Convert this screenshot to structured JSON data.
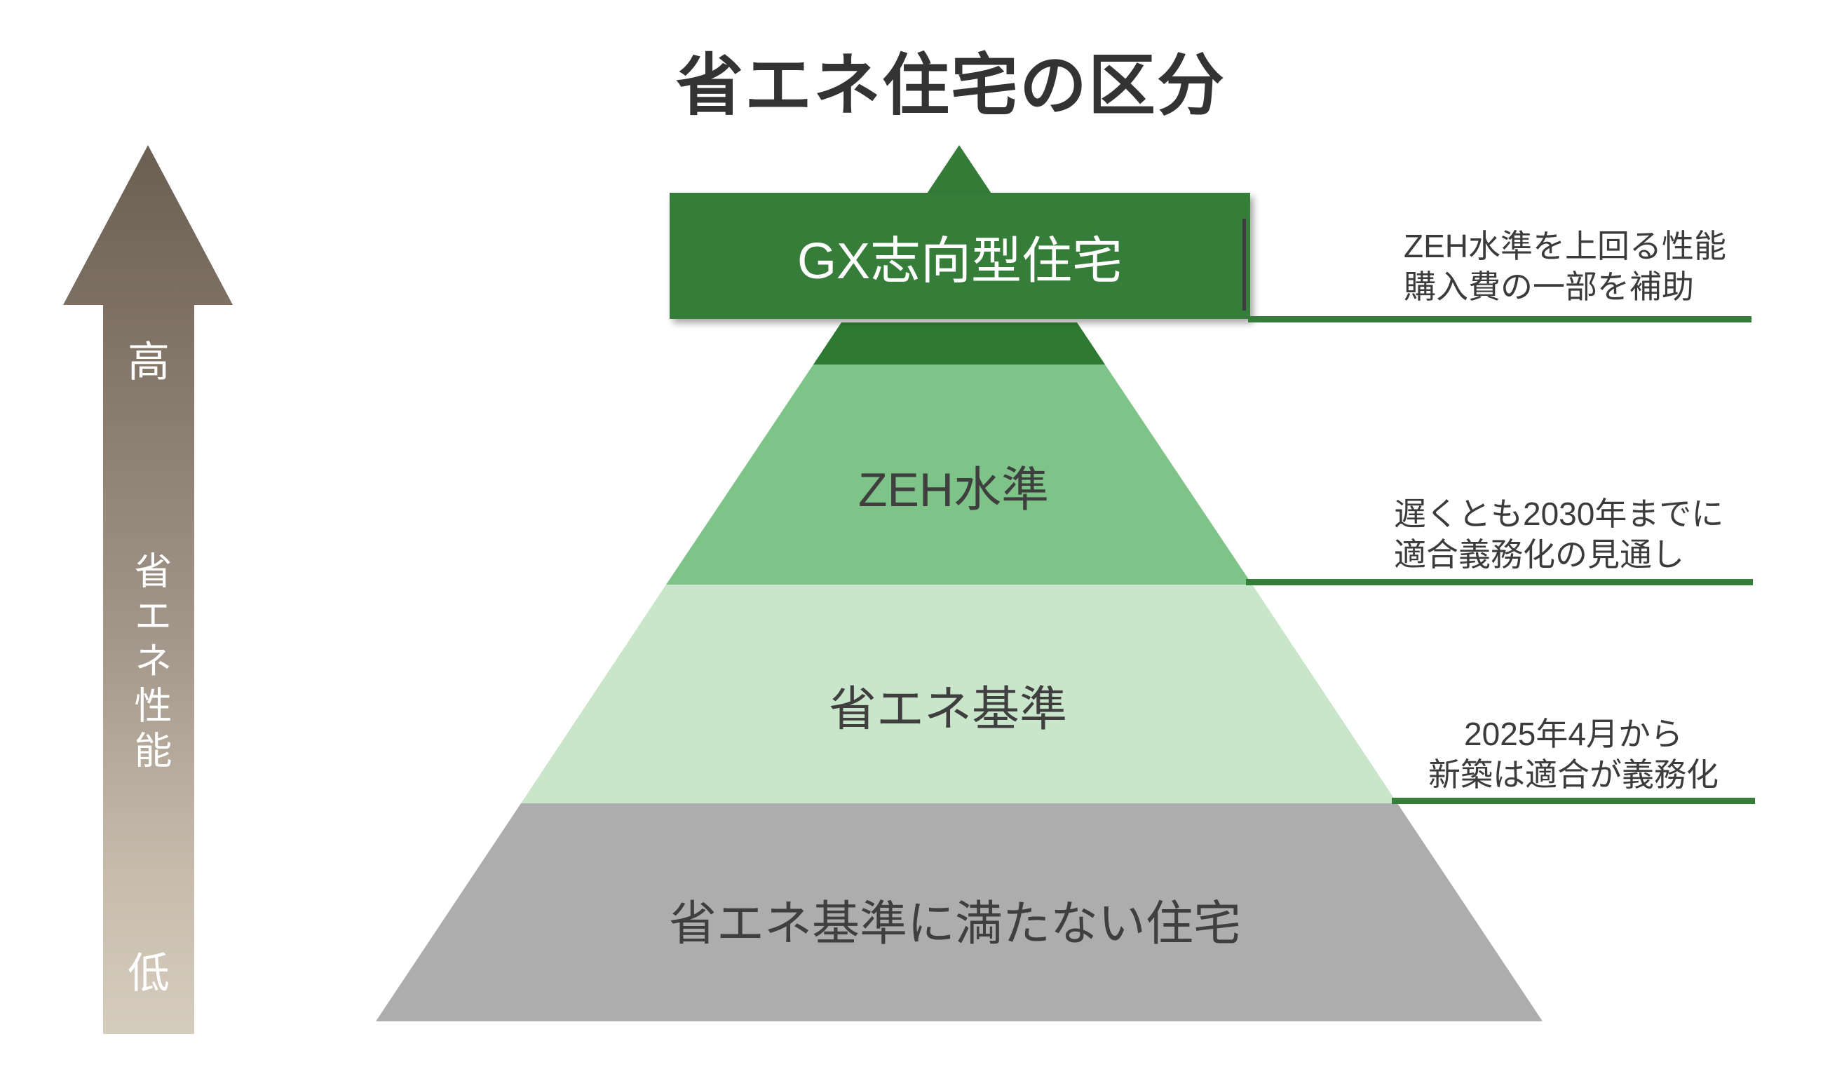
{
  "title": "省エネ住宅の区分",
  "axis_arrow": {
    "direction": "up",
    "high_label": "高",
    "axis_label": "省エネ性能",
    "low_label": "低",
    "gradient_top_color": "#6B5F53",
    "gradient_bottom_color": "#D6CCBD"
  },
  "pyramid": {
    "top_banner": {
      "label": "GX志向型住宅",
      "color": "#377D3A",
      "text_color": "#FFFFFF"
    },
    "apex_color": "#337B37",
    "neck_color": "#2E7A32",
    "levels": [
      {
        "label": "ZEH水準",
        "color": "#7EC387"
      },
      {
        "label": "省エネ基準",
        "color": "#C9E5CA"
      },
      {
        "label": "省エネ基準に満たない住宅",
        "color": "#ADADAD"
      }
    ]
  },
  "annotations": [
    {
      "line1": "ZEH水準を上回る性能",
      "line2": "購入費の一部を補助"
    },
    {
      "line1": "遅くとも2030年までに",
      "line2": "適合義務化の見通し"
    },
    {
      "line1": "2025年4月から",
      "line2": "新築は適合が義務化"
    }
  ],
  "colors": {
    "background": "#FFFFFF",
    "underline_green": "#377D3A",
    "text_dark": "#3B3B3B",
    "title_color": "#333333"
  }
}
